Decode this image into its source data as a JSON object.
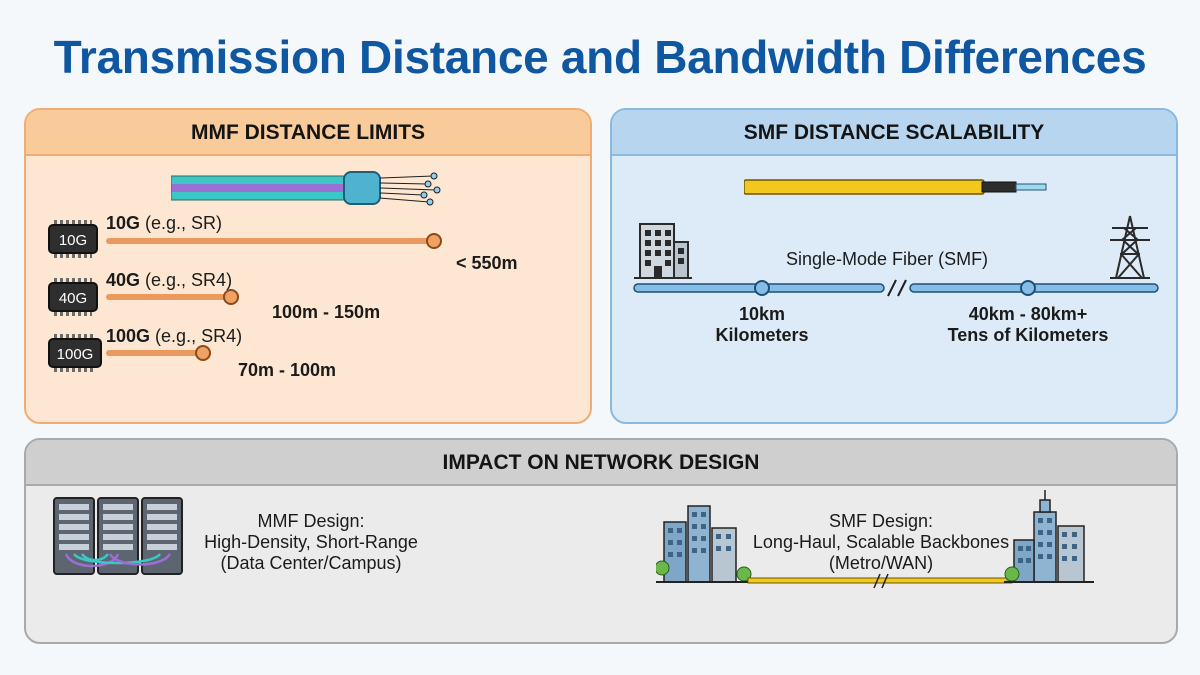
{
  "title": "Transmission Distance and Bandwidth Differences",
  "mmf": {
    "heading": "MMF DISTANCE LIMITS",
    "rows": [
      {
        "chip": "10G",
        "speed": "10G",
        "example": " (e.g., SR)",
        "distance": "< 550m",
        "fraction": 0.745
      },
      {
        "chip": "40G",
        "speed": "40G",
        "example": " (e.g., SR4)",
        "distance": "100m - 150m",
        "fraction": 0.285
      },
      {
        "chip": "100G",
        "speed": "100G",
        "example": " (e.g., SR4)",
        "distance": "70m - 100m",
        "fraction": 0.22
      }
    ],
    "colors": {
      "bar": "#ea9a5f",
      "teal": "#3cc6c4",
      "purple": "#9a6fd6"
    }
  },
  "smf": {
    "heading": "SMF DISTANCE SCALABILITY",
    "fiber_label": "Single-Mode Fiber (SMF)",
    "point1_value": "10km",
    "point1_label": "Kilometers",
    "point2_value": "40km - 80km+",
    "point2_label": "Tens of Kilometers",
    "colors": {
      "line": "#86bde6",
      "cable": "#f2c81e"
    }
  },
  "impact": {
    "heading": "IMPACT ON NETWORK DESIGN",
    "mmf_design": [
      "MMF Design:",
      "High-Density, Short-Range",
      "(Data Center/Campus)"
    ],
    "smf_design": [
      "SMF Design:",
      "Long-Haul, Scalable Backbones",
      "(Metro/WAN)"
    ]
  }
}
